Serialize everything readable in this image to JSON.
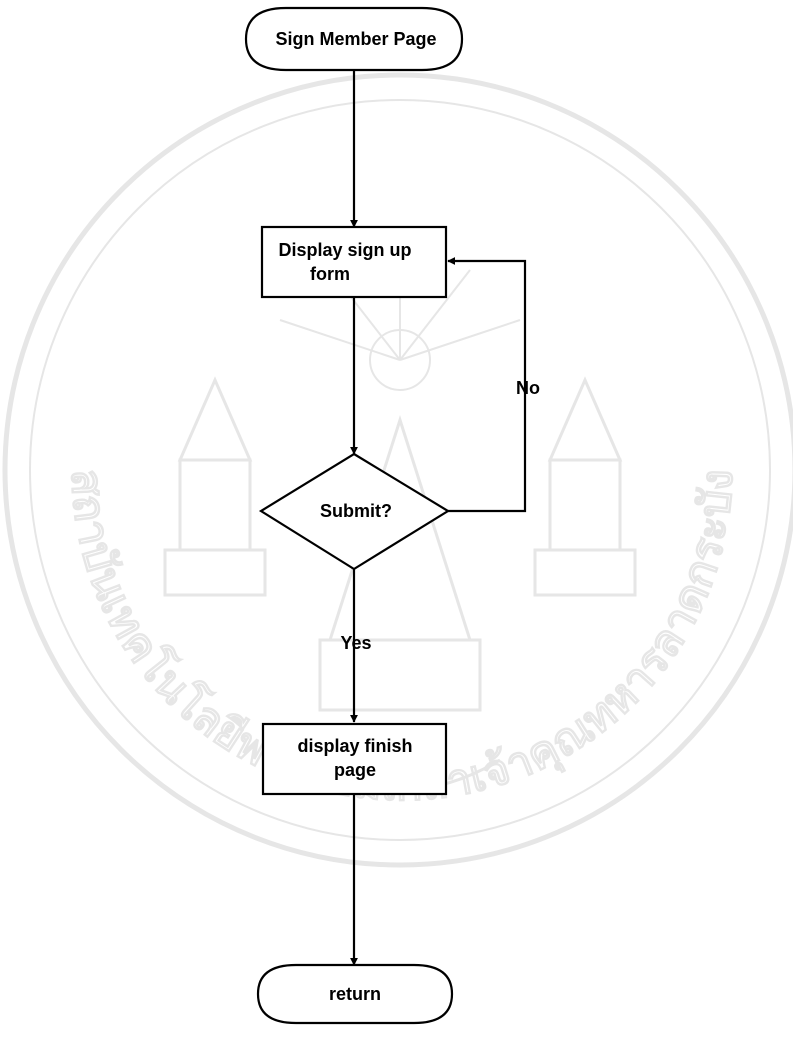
{
  "diagram": {
    "type": "flowchart",
    "nodes": {
      "start": {
        "shape": "terminator",
        "label": "Sign Member Page"
      },
      "form": {
        "shape": "process",
        "label_lines": [
          "Display sign up",
          "form"
        ]
      },
      "submit": {
        "shape": "decision",
        "label": "Submit?"
      },
      "finish": {
        "shape": "process",
        "label_lines": [
          "display finish",
          "page"
        ]
      },
      "end": {
        "shape": "terminator",
        "label": "return"
      }
    },
    "edges": [
      {
        "from": "start",
        "to": "form",
        "label": ""
      },
      {
        "from": "form",
        "to": "submit",
        "label": ""
      },
      {
        "from": "submit",
        "to": "form",
        "label": "No"
      },
      {
        "from": "submit",
        "to": "finish",
        "label": "Yes"
      },
      {
        "from": "finish",
        "to": "end",
        "label": ""
      }
    ]
  },
  "watermark": {
    "kind": "seal",
    "text": "สถาบันเทคโนโลยีพระจอมเกล้าเจ้าคุณทหารลาดกระบัง",
    "color": "#e6e6e6"
  }
}
